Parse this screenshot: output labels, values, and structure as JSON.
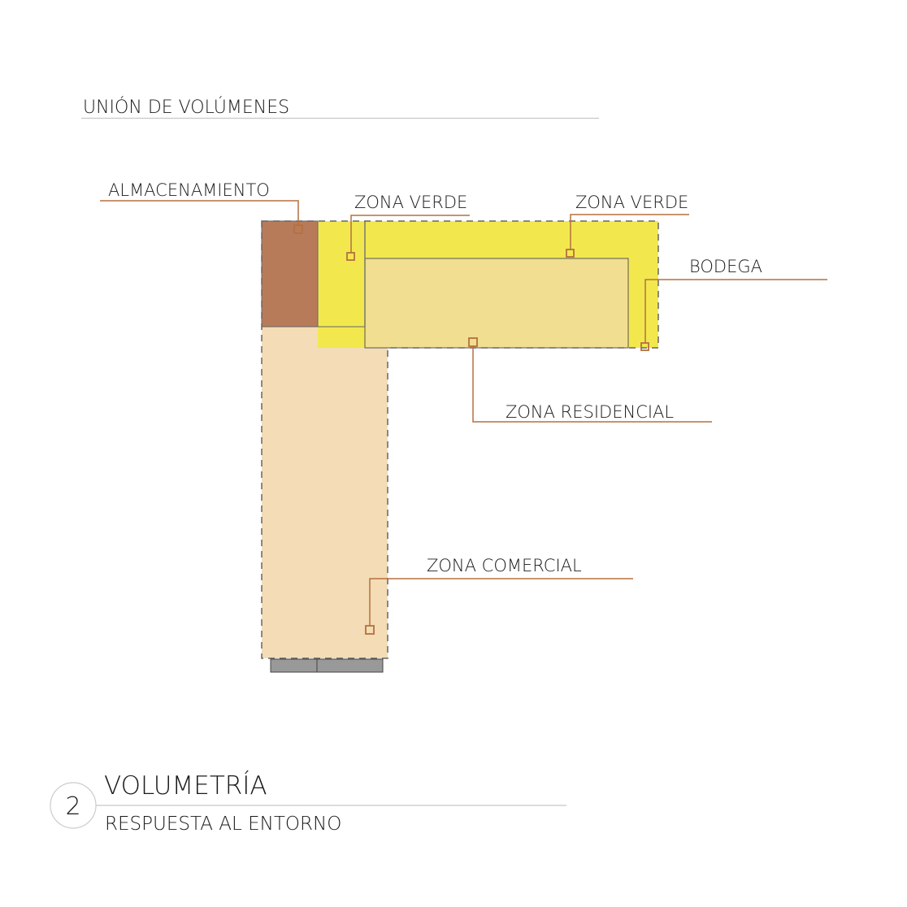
{
  "header": {
    "title": "UNIÓN DE VOLÚMENES"
  },
  "labels": {
    "storage": "ALMACENAMIENTO",
    "green_zone_1": "ZONA VERDE",
    "green_zone_2": "ZONA VERDE",
    "warehouse": "BODEGA",
    "residential": "ZONA RESIDENCIAL",
    "commercial": "ZONA COMERCIAL"
  },
  "footer": {
    "number": "2",
    "title": "VOLUMETRÍA",
    "subtitle": "RESPUESTA AL ENTORNO"
  },
  "colors": {
    "storage": "#B87B5A",
    "green_zone": "#F2E84E",
    "residential": "#F1DE90",
    "commercial": "#F3DCB6",
    "leader": "#B5703F"
  }
}
